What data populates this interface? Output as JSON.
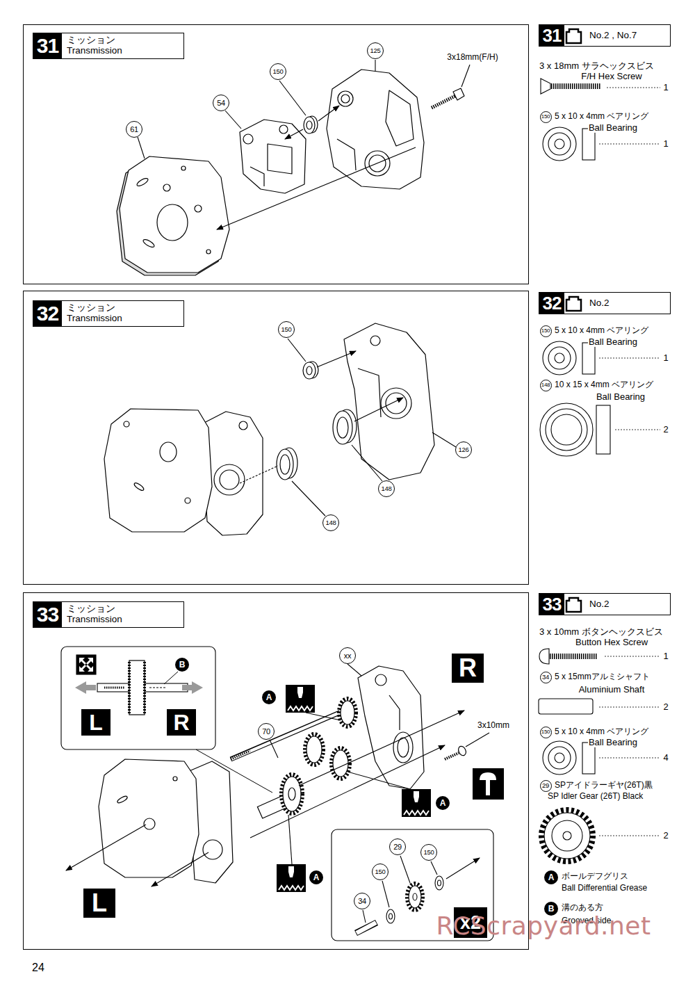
{
  "diagram": {
    "nodes": [
      {
        "text": [
          "31",
          "ミッション Transmission"
        ]
      },
      {
        "text": [
          "31",
          "No.2 , No.7"
        ]
      },
      {
        "text": [
          "32",
          "ミッション Transmission"
        ]
      },
      {
        "text": [
          "32",
          "No.2"
        ]
      },
      {
        "text": [
          "33",
          "ミッション Transmission"
        ]
      },
      {
        "text": [
          "33",
          "No.2"
        ]
      },
      {
        "text": [
          "L"
        ]
      },
      {
        "text": [
          "R"
        ]
      },
      {
        "text": [
          "R"
        ]
      },
      {
        "text": [
          "L"
        ]
      },
      {
        "text": [
          "x2"
        ]
      }
    ],
    "labels": [
      "150",
      "54",
      "125",
      "61",
      "3x18mm(F/H)",
      "3 x 18mm サラヘックスビス",
      "F/H Hex Screw",
      "1",
      "150",
      "5 x 10 x 4mm ベアリング",
      "Ball Bearing",
      "1",
      "150",
      "126",
      "148",
      "148",
      "150",
      "5 x 10 x 4mm ベアリング",
      "Ball Bearing",
      "1",
      "148",
      "10 x 15 x 4mm ベアリング",
      "Ball Bearing",
      "2",
      "B",
      "xx",
      "A",
      "70",
      "A",
      "A",
      "3x10mm",
      "34",
      "150",
      "29",
      "150",
      "3 x 10mm ボタンヘックスビス",
      "Button Hex Screw",
      "1",
      "34",
      "5 x 15mmアルミシャフト",
      "Aluminium Shaft",
      "2",
      "150",
      "5 x 10 x 4mm ベアリング",
      "Ball Bearing",
      "4",
      "29",
      "SPアイドラーギヤ(26T)黒",
      "SP Idler Gear (26T) Black",
      "2",
      "A",
      "ボールデフグリス",
      "Ball Differential Grease",
      "B",
      "溝のある方",
      "Grooved side",
      "24",
      "RCScrapyard.net"
    ]
  }
}
